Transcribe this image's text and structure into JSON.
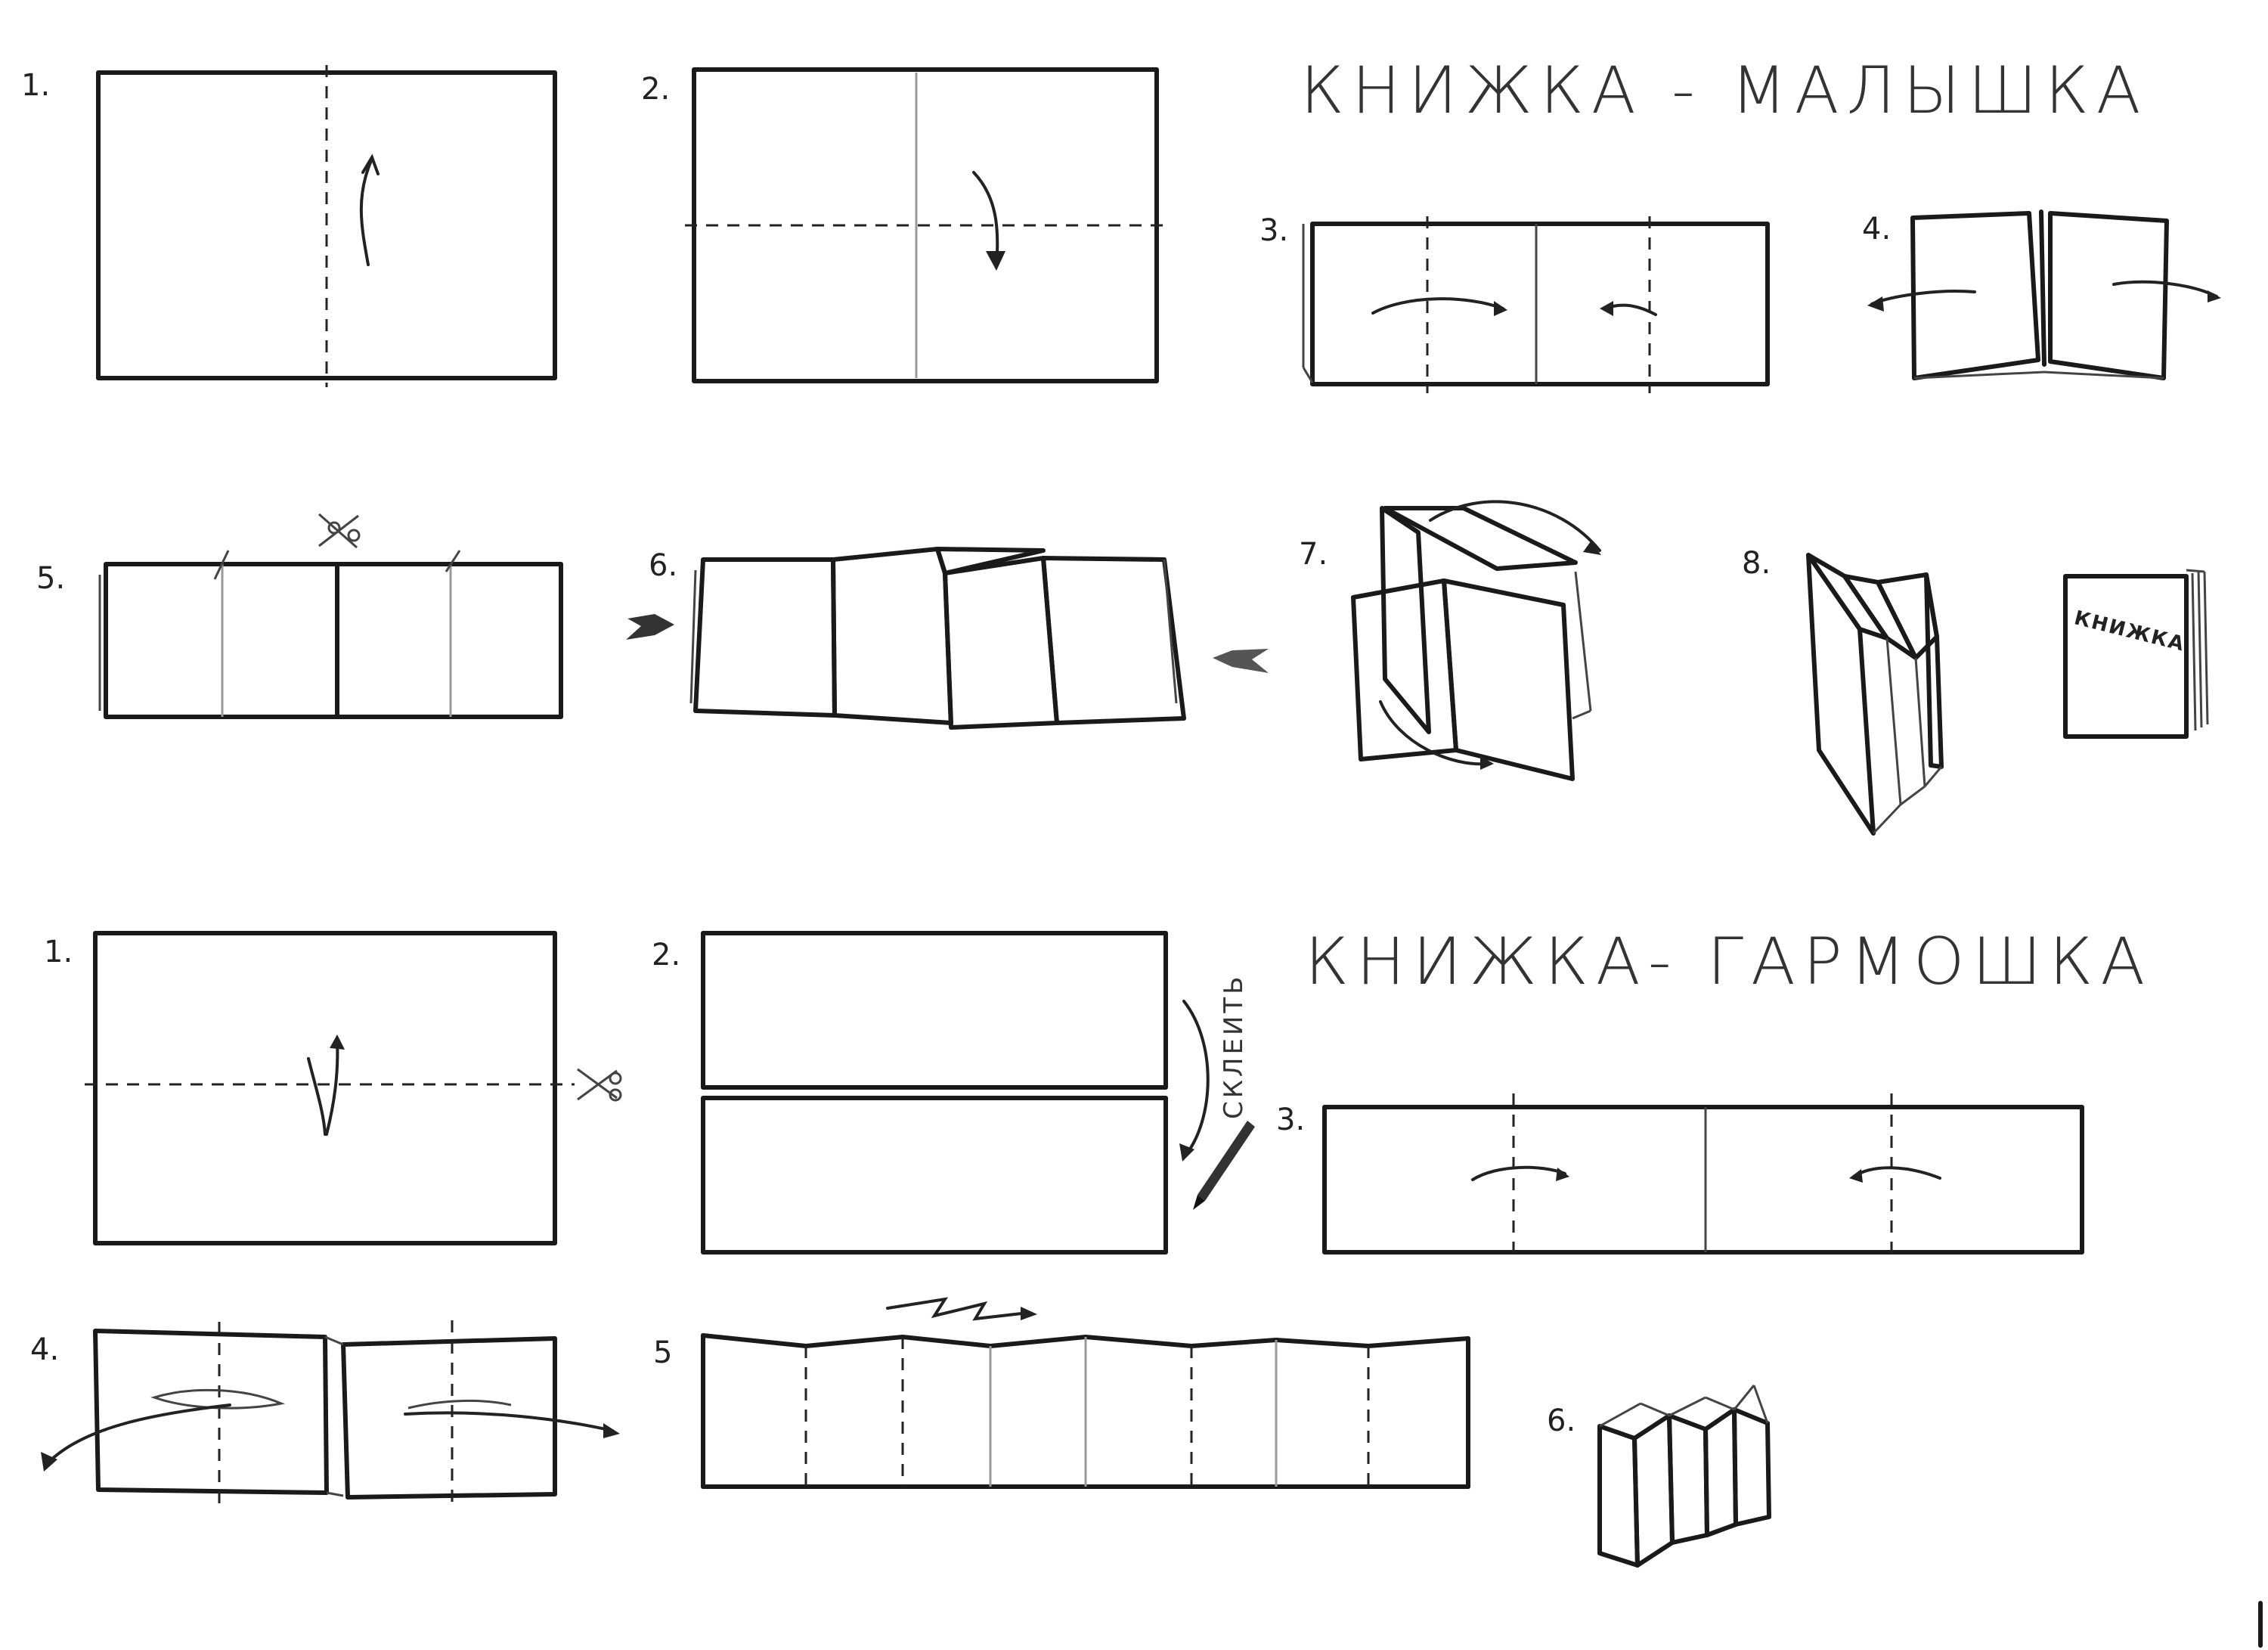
{
  "section1": {
    "title": "КНИЖКА - МАЛЫШКА",
    "steps": [
      "1.",
      "2.",
      "3.",
      "4.",
      "5.",
      "6.",
      "7.",
      "8."
    ],
    "cover_text": "КНИЖКА"
  },
  "section2": {
    "title": "КНИЖКА- ГАРМОШКА",
    "steps": [
      "1.",
      "2.",
      "3.",
      "4.",
      "5",
      "6."
    ],
    "glue_label": "СКЛЕИТЬ"
  },
  "icons": [
    "scissors-icon",
    "fold-arrow-icon",
    "pencil-icon",
    "compression-arrow-icon",
    "zigzag-arrow-icon"
  ]
}
